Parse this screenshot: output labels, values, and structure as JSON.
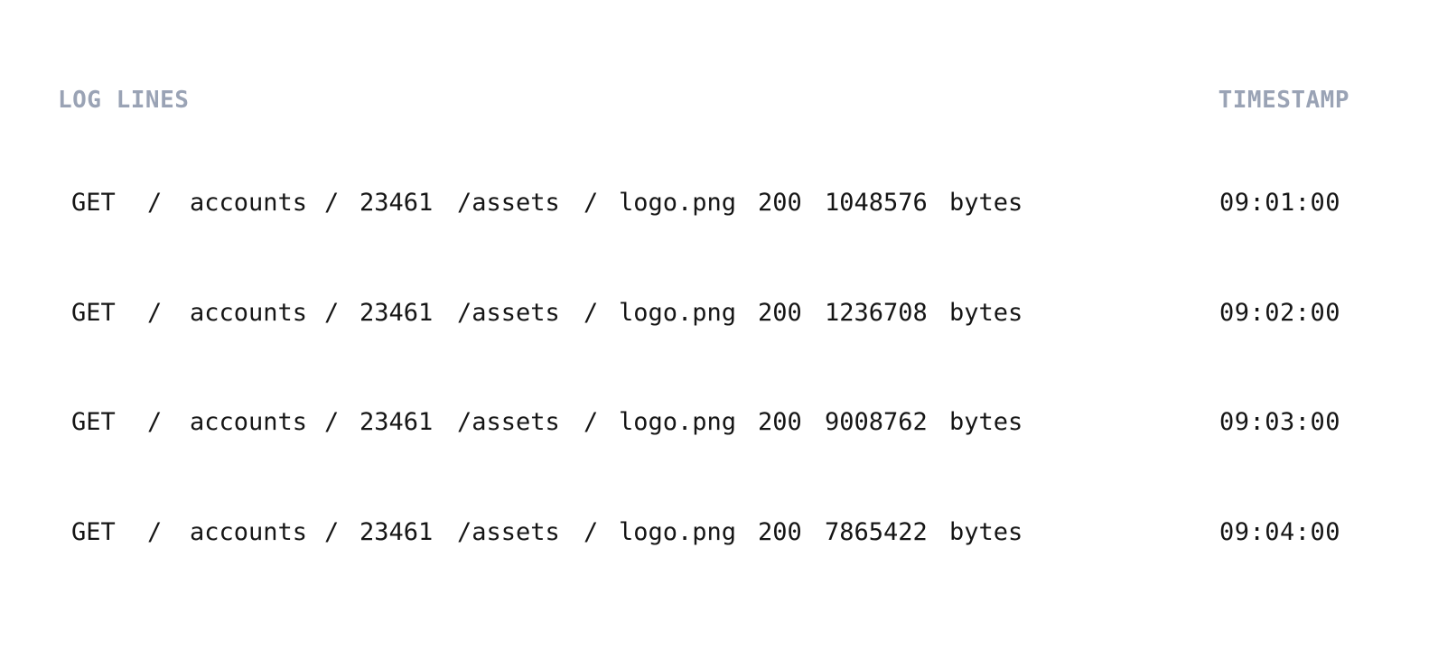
{
  "headers": {
    "log_lines": "LOG LINES",
    "timestamp": "TIMESTAMP"
  },
  "rows": [
    {
      "method": "GET",
      "sep1": "/",
      "seg_accounts": "accounts",
      "sep2": "/",
      "account_id": "23461",
      "seg_assets": "/assets",
      "sep3": "/",
      "file": "logo.png",
      "status": "200",
      "size": "1048576",
      "unit": "bytes",
      "timestamp": "09:01:00"
    },
    {
      "method": "GET",
      "sep1": "/",
      "seg_accounts": "accounts",
      "sep2": "/",
      "account_id": "23461",
      "seg_assets": "/assets",
      "sep3": "/",
      "file": "logo.png",
      "status": "200",
      "size": "1236708",
      "unit": "bytes",
      "timestamp": "09:02:00"
    },
    {
      "method": "GET",
      "sep1": "/",
      "seg_accounts": "accounts",
      "sep2": "/",
      "account_id": "23461",
      "seg_assets": "/assets",
      "sep3": "/",
      "file": "logo.png",
      "status": "200",
      "size": "9008762",
      "unit": "bytes",
      "timestamp": "09:03:00"
    },
    {
      "method": "GET",
      "sep1": "/",
      "seg_accounts": "accounts",
      "sep2": "/",
      "account_id": "23461",
      "seg_assets": "/assets",
      "sep3": "/",
      "file": "logo.png",
      "status": "200",
      "size": "7865422",
      "unit": "bytes",
      "timestamp": "09:04:00"
    }
  ]
}
